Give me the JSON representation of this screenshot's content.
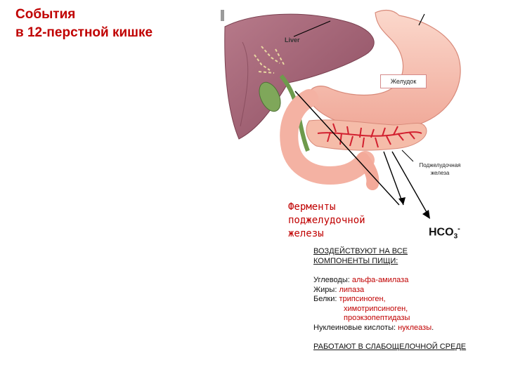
{
  "title": {
    "line1": "События",
    "line2": "в 12-перстной кишке"
  },
  "illustration": {
    "liver_label": "Liver",
    "stomach_label": "Желудок",
    "pancreas_label_line1": "Поджелудочная",
    "pancreas_label_line2": "железа"
  },
  "enzymes_label": {
    "line1": "Ферменты",
    "line2": "поджелудочной",
    "line3": "железы"
  },
  "bicarbonate": {
    "base": "HCO",
    "subscript": "3",
    "superscript": "-"
  },
  "info": {
    "heading_line1": "ВОЗДЕЙСТВУЮТ НА ВСЕ",
    "heading_line2": "КОМПОНЕНТЫ ПИЩИ:",
    "carbs_label": "Углеводы: ",
    "carbs_value": "альфа-амилаза",
    "fats_label": "Жиры: ",
    "fats_value": "липаза",
    "proteins_label": "Белки: ",
    "proteins_value1": "трипсиноген,",
    "proteins_value2": "химотрипсиноген,",
    "proteins_value3": "проэкзопептидазы",
    "nucleic_label": "Нуклеиновые кислоты: ",
    "nucleic_value": "нуклеазы",
    "nucleic_end": ".",
    "footer": "РАБОТАЮТ В СЛАБОЩЕЛОЧНОЙ СРЕДЕ"
  },
  "colors": {
    "accent_red": "#c00000",
    "liver": "#9a5a6e",
    "stomach": "#f6c4b4",
    "pancreas": "#f2b0a2",
    "vessels": "#d2202f"
  }
}
